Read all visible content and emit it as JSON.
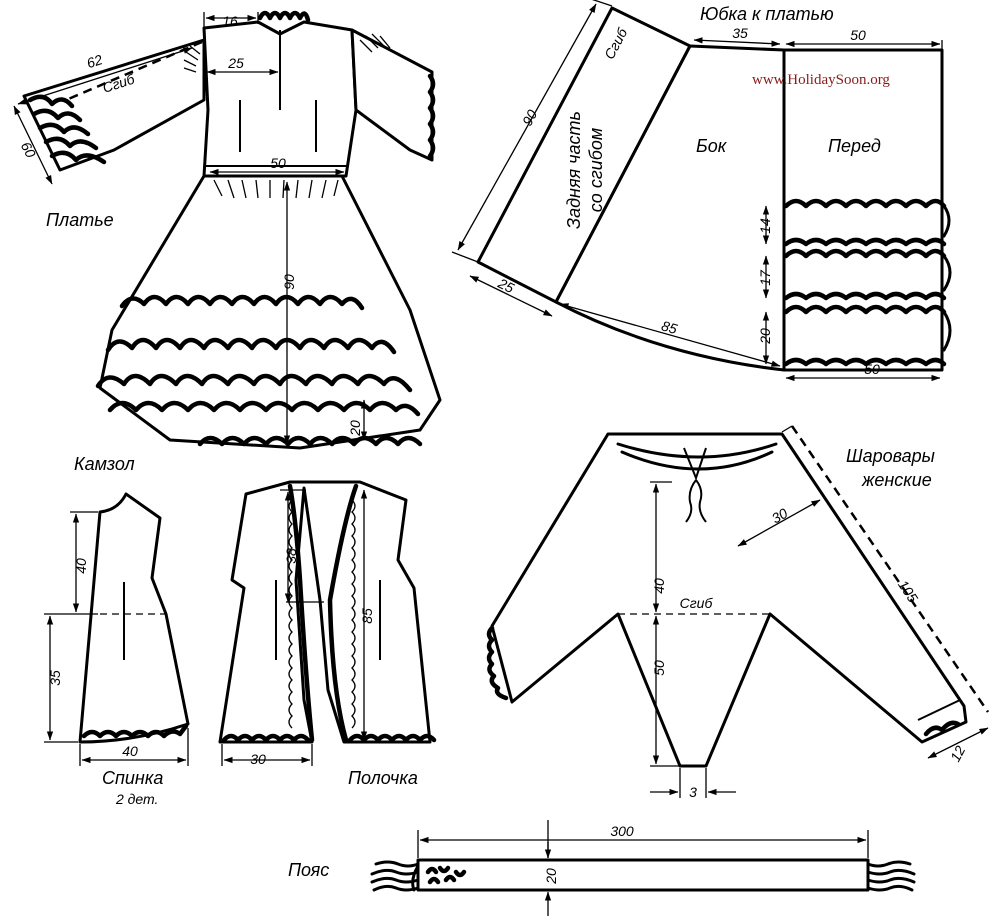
{
  "watermark": "www.HolidaySoon.org",
  "dress": {
    "title": "Платье",
    "fold_label": "Сгиб",
    "dims": {
      "sleeve_length": "62",
      "sleeve_width": "60",
      "collar": "16",
      "chest_half": "25",
      "waist": "50",
      "skirt_length": "90",
      "frill": "20"
    }
  },
  "skirt": {
    "title": "Юбка к платью",
    "fold_label": "Сгиб",
    "back_label_line1": "Задняя часть",
    "back_label_line2": "со сгибом",
    "side_label": "Бок",
    "front_label": "Перед",
    "dims": {
      "length": "90",
      "top_side": "35",
      "front_top": "50",
      "front_bottom": "50",
      "back_bottom": "25",
      "hem_arc": "85",
      "frill_1": "14",
      "frill_2": "17",
      "frill_3": "20"
    }
  },
  "vest": {
    "title": "Камзол",
    "back_label": "Спинка",
    "back_count": "2 дет.",
    "front_label": "Полочка",
    "dims": {
      "back_upper": "40",
      "back_lower": "35",
      "back_hem": "40",
      "neck_depth": "38",
      "front_length": "85",
      "front_hem": "30"
    }
  },
  "trousers": {
    "title_line1": "Шаровары",
    "title_line2": "женские",
    "fold_label": "Сгиб",
    "dims": {
      "leg_length": "105",
      "leg_width": "30",
      "upper": "40",
      "lower": "50",
      "gusset": "3",
      "cuff": "12"
    }
  },
  "belt": {
    "title": "Пояс",
    "dims": {
      "length": "300",
      "width": "20"
    }
  }
}
